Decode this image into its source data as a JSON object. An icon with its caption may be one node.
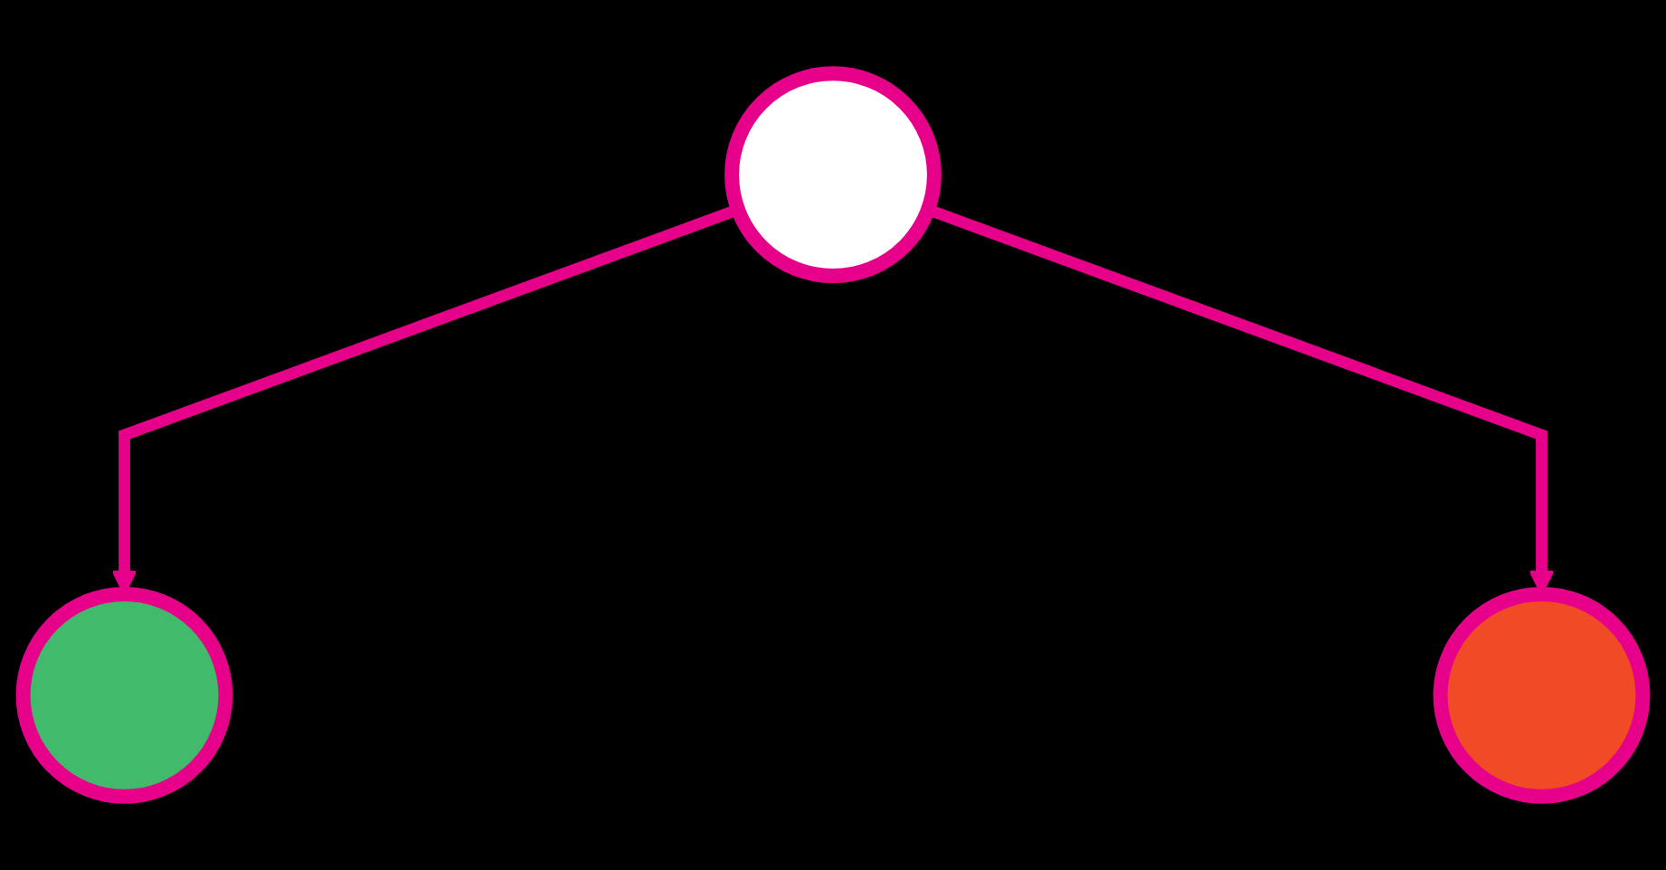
{
  "diagram": {
    "nodes": [
      {
        "text": [],
        "shape": "circle"
      },
      {
        "text": [],
        "shape": "circle"
      },
      {
        "text": [],
        "shape": "circle"
      }
    ],
    "edges": [
      {
        "from": 0,
        "to": 1,
        "arrow": "to"
      },
      {
        "from": 0,
        "to": 2,
        "arrow": "to"
      }
    ]
  }
}
